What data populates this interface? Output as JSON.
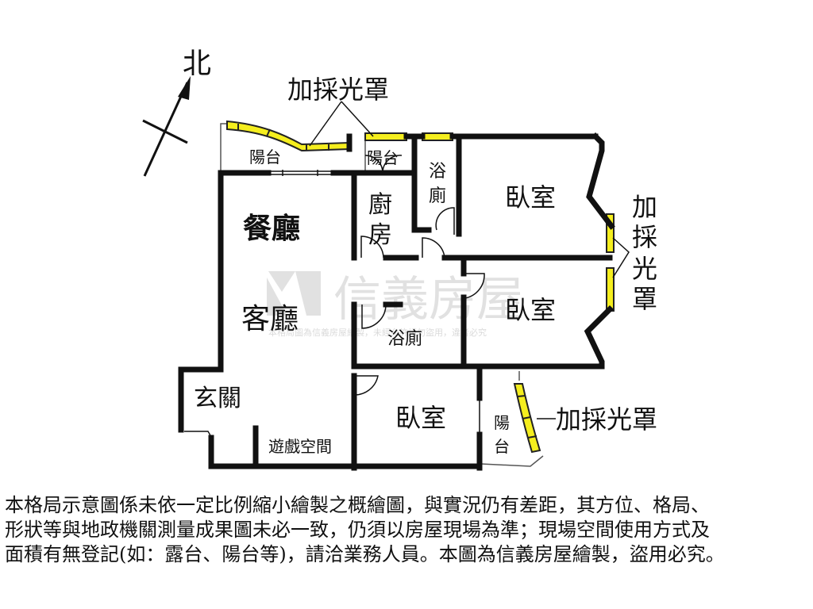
{
  "north_label": "北",
  "watermark": {
    "brand": "信義房屋",
    "subtext": "本格局圖為信義房屋繪製，未經允許請勿盜用，違者必究"
  },
  "rooms": {
    "balcony_top_left": "陽台",
    "balcony_top_mid": "陽台",
    "bath_top": [
      "浴",
      "廁"
    ],
    "kitchen": [
      "廚",
      "房"
    ],
    "bedroom_1": "臥室",
    "bedroom_2": "臥室",
    "dining": "餐廳",
    "living": "客廳",
    "bath_mid": "浴廁",
    "entrance": "玄關",
    "play_space": "遊戲空間",
    "bedroom_3": "臥室",
    "balcony_bottom": [
      "陽",
      "台"
    ]
  },
  "annotations": {
    "top": "加採光罩",
    "right": [
      "加",
      "採",
      "光",
      "罩"
    ],
    "bottom": "加採光罩"
  },
  "colors": {
    "wall": "#111111",
    "glass_canopy": "#f5ee1e",
    "watermark": "#c9c9c9"
  },
  "disclaimer": [
    "本格局示意圖係未依一定比例縮小繪製之概繪圖，與實況仍有差距，其方位、格局、",
    "形狀等與地政機關測量成果圖未必一致，仍須以房屋現場為準；現場空間使用方式及",
    "面積有無登記(如：露台、陽台等)，請洽業務人員。本圖為信義房屋繪製，盜用必究。"
  ]
}
